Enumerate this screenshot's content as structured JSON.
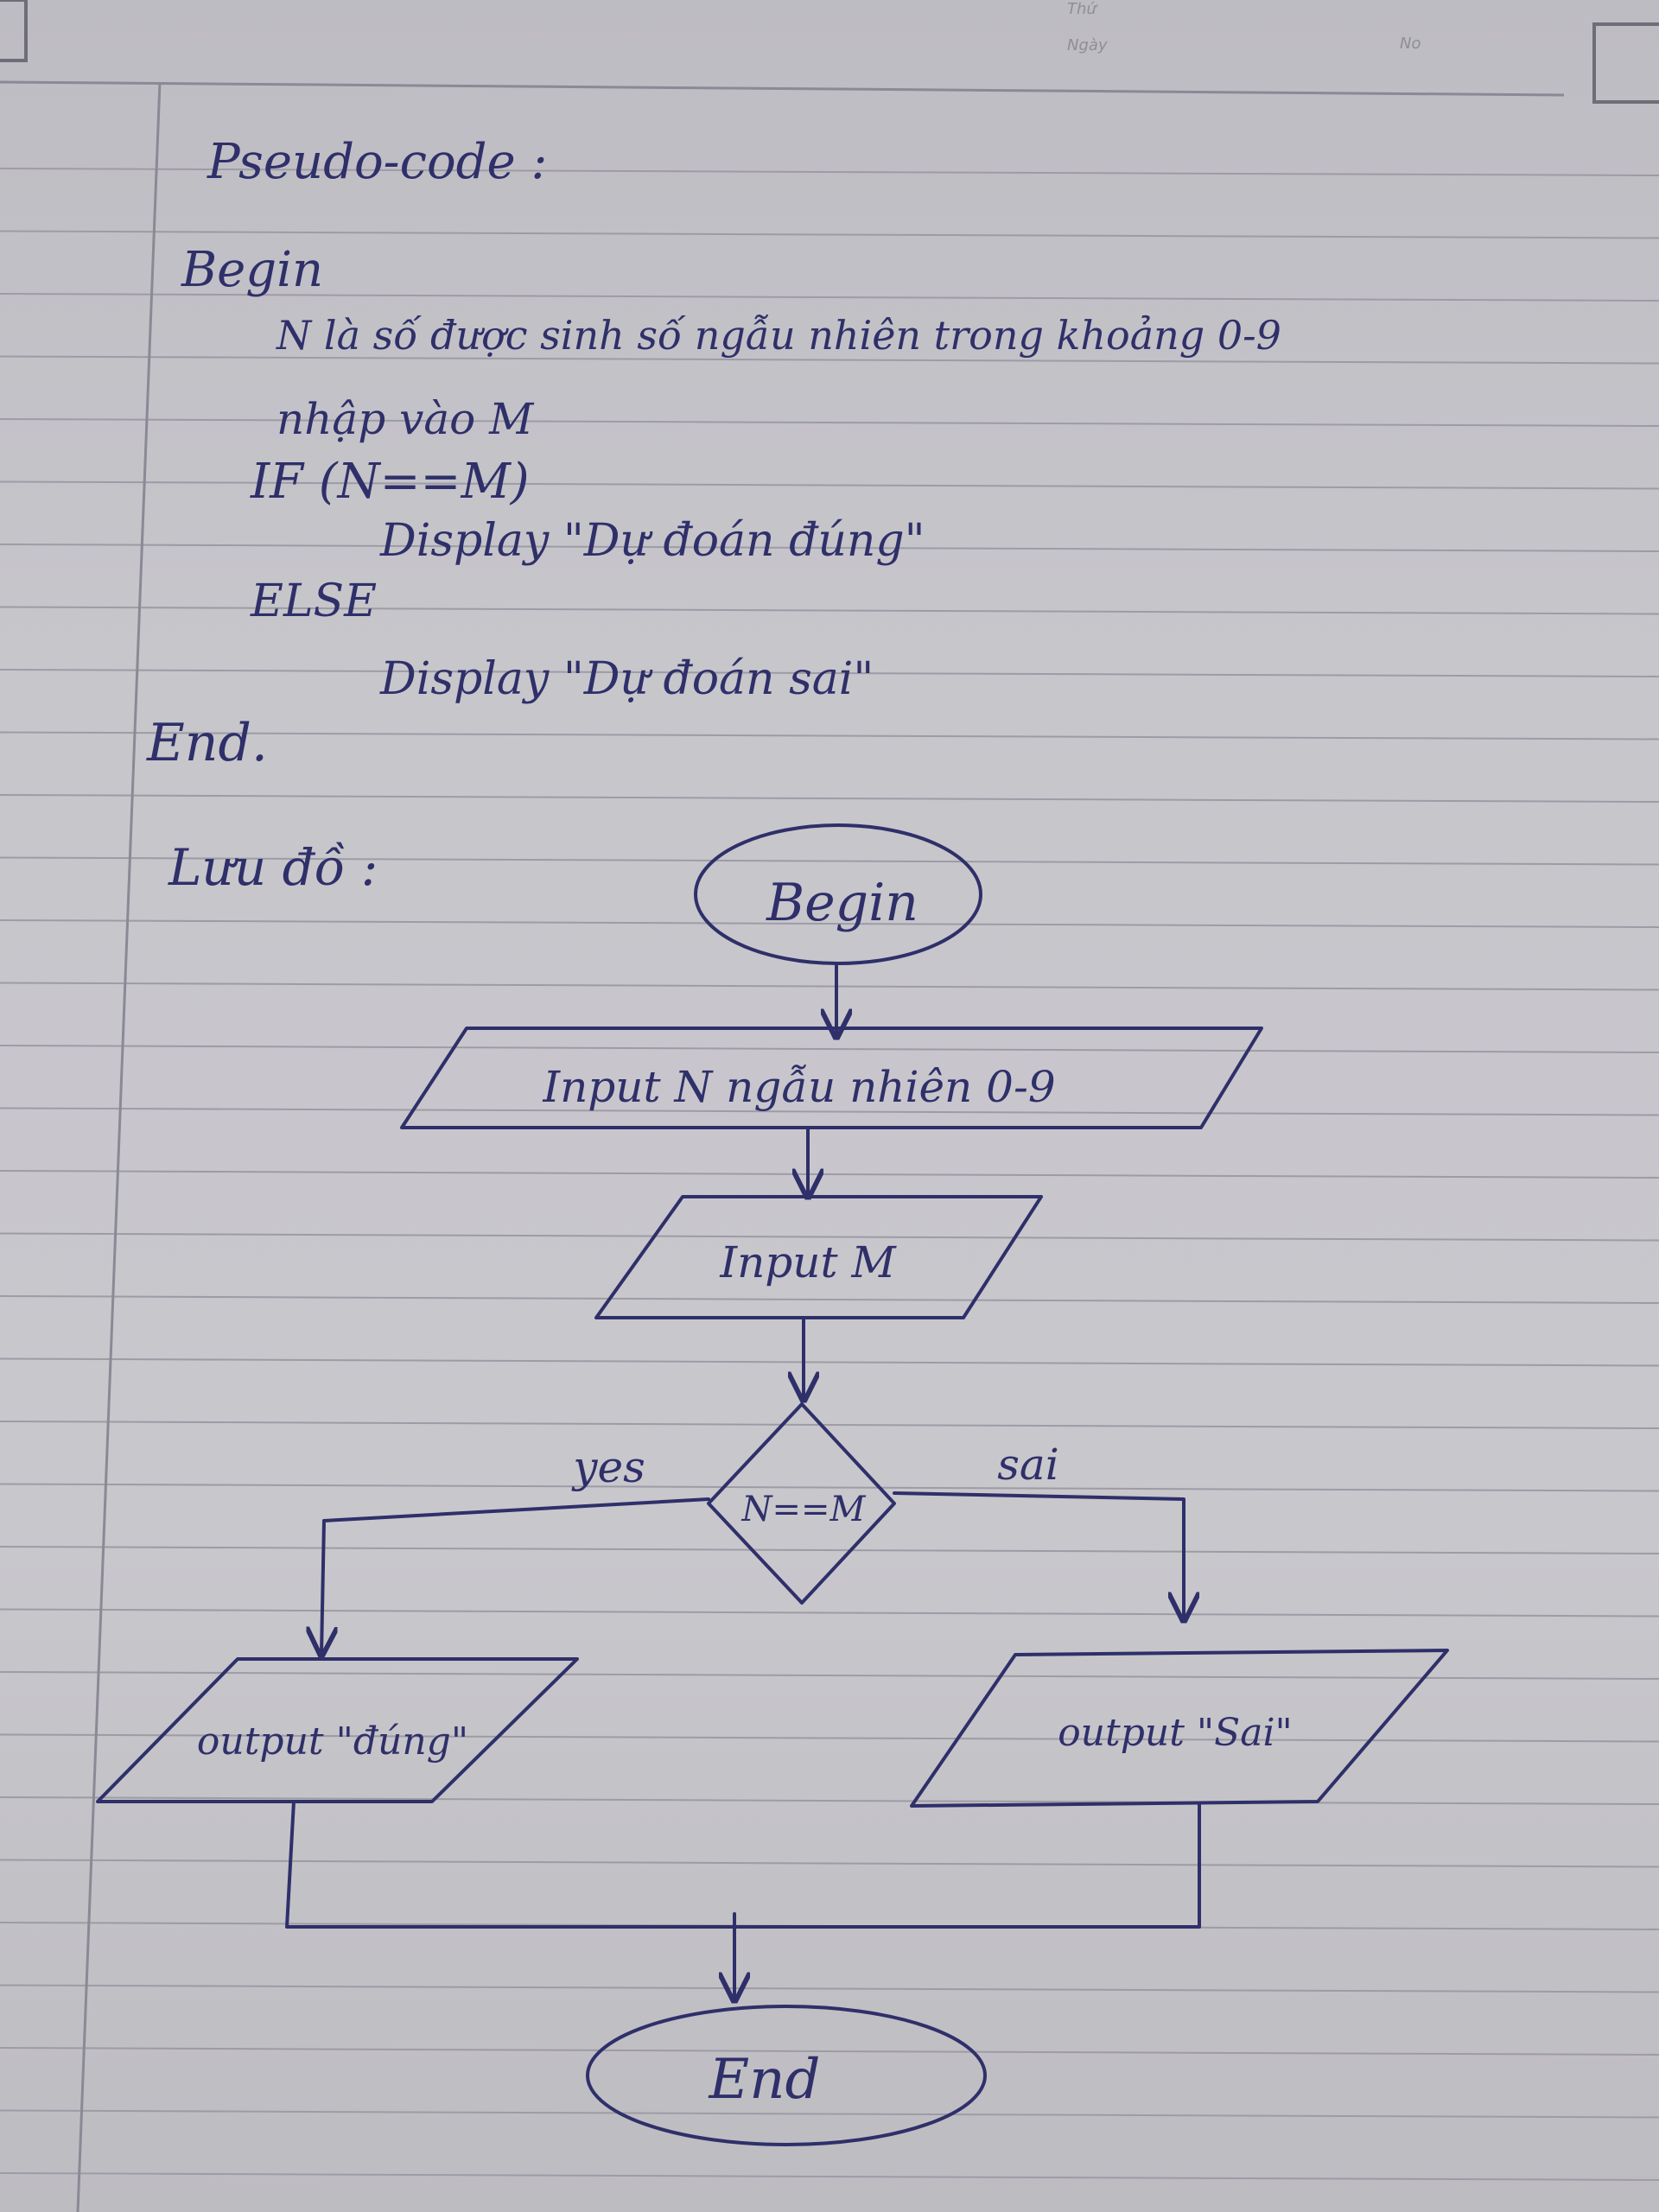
{
  "header": {
    "day_label": "Thứ",
    "date_label": "Ngày",
    "number_label": "No"
  },
  "pseudo": {
    "heading": "Pseudo-code :",
    "begin": "Begin",
    "line1": "N là số được sinh số ngẫu nhiên trong khoảng 0-9",
    "line2": "nhập vào M",
    "line3": "IF (N==M)",
    "line4": "Display \"Dự đoán đúng\"",
    "line5": "ELSE",
    "line6": "Display \"Dự đoán sai\"",
    "end": "End."
  },
  "flowchart": {
    "heading": "Lưu đồ :",
    "start": "Begin",
    "input_n": "Input N ngẫu nhiên 0-9",
    "input_m": "Input M",
    "decision": "N==M",
    "yes_label": "yes",
    "no_label": "sai",
    "output_yes": "output \"đúng\"",
    "output_no": "output \"Sai\"",
    "end": "End"
  },
  "colors": {
    "ink": "#2f2f6a",
    "paper": "#c8c7cc",
    "rule": "#9d9ca6"
  }
}
